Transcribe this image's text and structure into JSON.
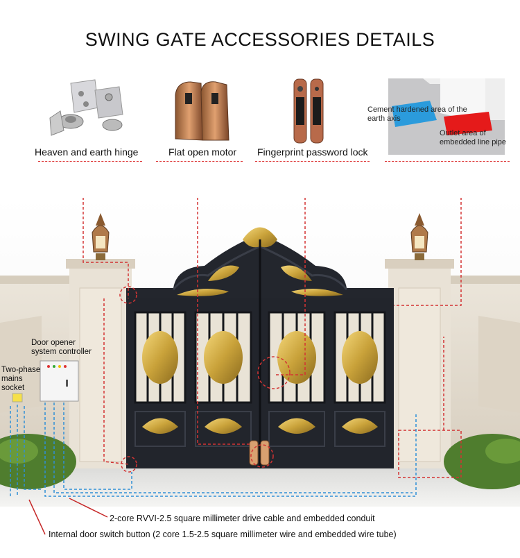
{
  "title": "SWING GATE ACCESSORIES DETAILS",
  "accessories": [
    {
      "label": "Heaven and earth hinge"
    },
    {
      "label": "Flat open motor"
    },
    {
      "label": "Fingerprint password lock"
    }
  ],
  "earth_axis": {
    "cement_label": "Cement hardened area of the earth axis",
    "outlet_label": "Outlet area of embedded line pipe"
  },
  "controller": {
    "label_line1": "Door opener",
    "label_line2": "system controller"
  },
  "socket": {
    "label_line1": "Two-phase",
    "label_line2": "mains",
    "label_line3": "socket"
  },
  "notes": {
    "drive_cable": "2-core RVVI-2.5 square millimeter drive cable and embedded conduit",
    "switch_button": "Internal door switch button (2 core 1.5-2.5 square millimeter wire and embedded wire tube)"
  },
  "colors": {
    "gate": "#22252c",
    "gold": "#c9a23a",
    "wall": "#e4ddd0",
    "red_dash": "#d33333",
    "blue_dash": "#2f8fd6"
  }
}
